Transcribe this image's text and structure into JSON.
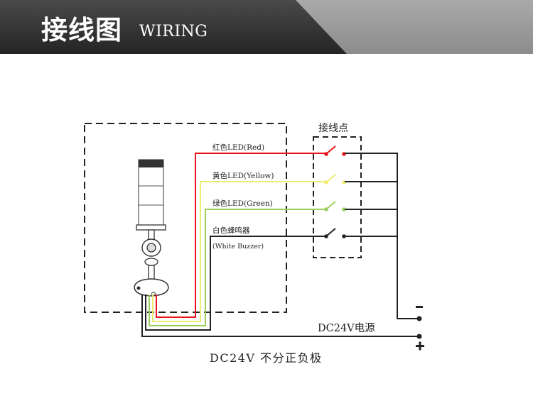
{
  "header": {
    "title_zh": "接线图",
    "title_en": "WIRING"
  },
  "diagram": {
    "terminal_label": "接线点",
    "wires": [
      {
        "label": "红色LED(Red)",
        "color": "#e8141b"
      },
      {
        "label": "黄色LED(Yellow)",
        "color": "#ecec6e"
      },
      {
        "label": "绿色LED(Green)",
        "color": "#9ccf5e"
      },
      {
        "label": "白色蜂鸣器",
        "sub_label": "(White Buzzer)",
        "color": "#222222"
      }
    ],
    "power_label": "DC24V电源",
    "polarity_note": "DC24V 不分正负极",
    "negative_symbol": "-",
    "positive_symbol": "+"
  }
}
